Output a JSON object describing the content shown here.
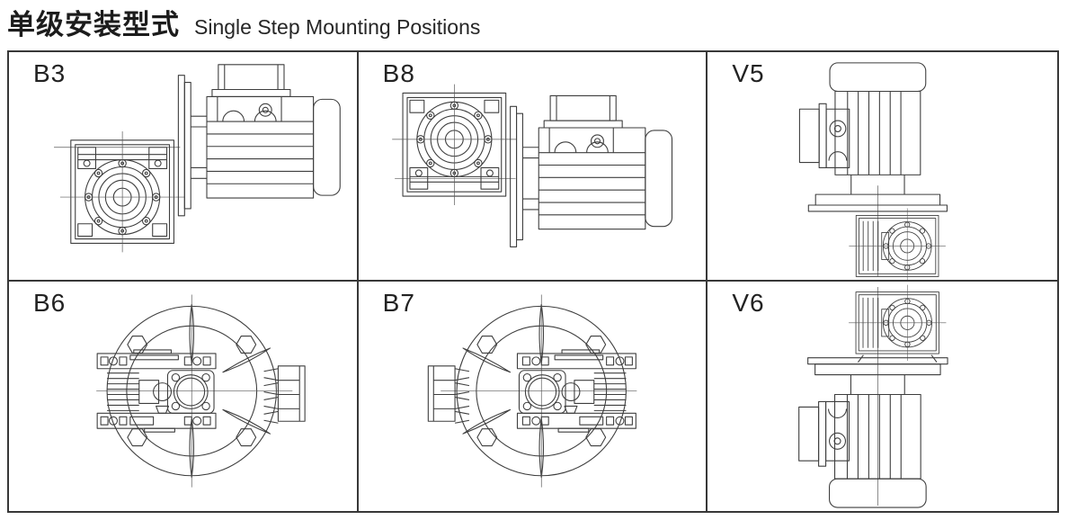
{
  "header": {
    "title_zh": "单级安装型式",
    "title_en": "Single Step Mounting Positions"
  },
  "panels": [
    {
      "label": "B3"
    },
    {
      "label": "B8"
    },
    {
      "label": "V5"
    },
    {
      "label": "B6"
    },
    {
      "label": "B7"
    },
    {
      "label": "V6"
    }
  ],
  "colors": {
    "line": "#3e3e3e",
    "grid_border": "#383838",
    "text": "#1c1c1c"
  }
}
